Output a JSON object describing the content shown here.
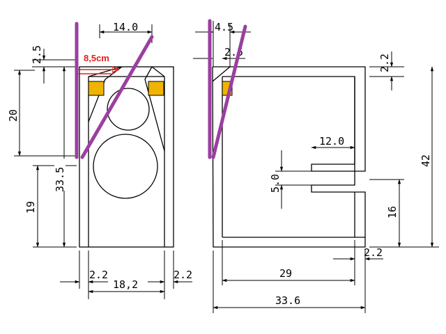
{
  "colors": {
    "background": "#ffffff",
    "lines": "#000000",
    "highlight_square": "#f0b400",
    "marker_red": "#e0201a",
    "slant_lines": "#9b3fa0"
  },
  "front_view": {
    "top_width_dim": "14.0",
    "top_offset_dim": "2.5",
    "upper_height_dim": "20",
    "total_height_dim": "33.5",
    "lower_height_dim": "19",
    "left_wall_dim": "2.2",
    "inner_width_dim": "18,2",
    "right_wall_dim": "2.2",
    "red_annotation": "8,5cm"
  },
  "side_view": {
    "top_width_dim": "4.5",
    "top_offset_dim": "2.5",
    "top_wall_dim": "2.2",
    "total_height_dim": "42",
    "port_depth_dim": "12.0",
    "port_height_dim": "5.0",
    "lower_height_dim": "16",
    "bottom_wall_dim": "2.2",
    "inner_width_dim": "29",
    "total_width_dim": "33.6"
  }
}
